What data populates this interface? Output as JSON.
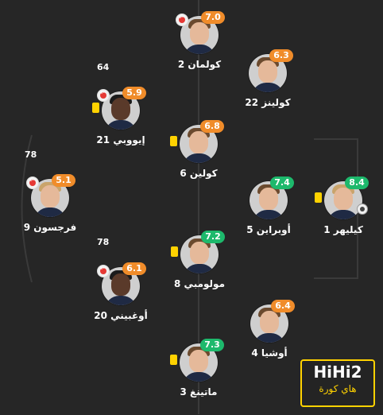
{
  "players": [
    {
      "id": "coleman",
      "name": "كولمان",
      "number": "2",
      "rating": "7.0",
      "rating_color": "orange",
      "sub": true,
      "yellow": false,
      "avatar": "light"
    },
    {
      "id": "collins",
      "name": "كولينز",
      "number": "22",
      "rating": "6.3",
      "rating_color": "orange",
      "sub": false,
      "yellow": false,
      "avatar": "light"
    },
    {
      "id": "iwobi",
      "name": "إيووبي",
      "number": "21",
      "rating": "5.9",
      "rating_color": "orange",
      "sub": true,
      "yellow": true,
      "avatar": "dark",
      "subtime": "64"
    },
    {
      "id": "cullen",
      "name": "كولين",
      "number": "6",
      "rating": "6.8",
      "rating_color": "orange",
      "sub": false,
      "yellow": true,
      "avatar": "light"
    },
    {
      "id": "ferguson",
      "name": "فرجسون",
      "number": "9",
      "rating": "5.1",
      "rating_color": "orange",
      "sub": true,
      "yellow": false,
      "avatar": "blond",
      "subtime": "78"
    },
    {
      "id": "obrien",
      "name": "أوبراين",
      "number": "5",
      "rating": "7.4",
      "rating_color": "green",
      "sub": false,
      "yellow": false,
      "avatar": "light"
    },
    {
      "id": "kelleher",
      "name": "كيليهر",
      "number": "1",
      "rating": "8.4",
      "rating_color": "green",
      "sub": false,
      "yellow": true,
      "avatar": "blond",
      "gk": true
    },
    {
      "id": "molumby",
      "name": "مولومبي",
      "number": "8",
      "rating": "7.2",
      "rating_color": "green",
      "sub": false,
      "yellow": true,
      "avatar": "light"
    },
    {
      "id": "ogbene",
      "name": "أوغبيني",
      "number": "20",
      "rating": "6.1",
      "rating_color": "orange",
      "sub": true,
      "yellow": false,
      "avatar": "dark",
      "subtime": "78"
    },
    {
      "id": "oshea",
      "name": "أوشيا",
      "number": "4",
      "rating": "6.4",
      "rating_color": "orange",
      "sub": false,
      "yellow": false,
      "avatar": "light"
    },
    {
      "id": "maatsen",
      "name": "ماتينغ",
      "number": "3",
      "rating": "7.3",
      "rating_color": "green",
      "sub": false,
      "yellow": true,
      "avatar": "light"
    }
  ],
  "watermark": {
    "brand": "HiHi2",
    "arabic": "هاي كورة"
  },
  "colors": {
    "background": "#262626",
    "orange": "#f08c2a",
    "green": "#1db96c",
    "yellow": "#ffd200"
  }
}
